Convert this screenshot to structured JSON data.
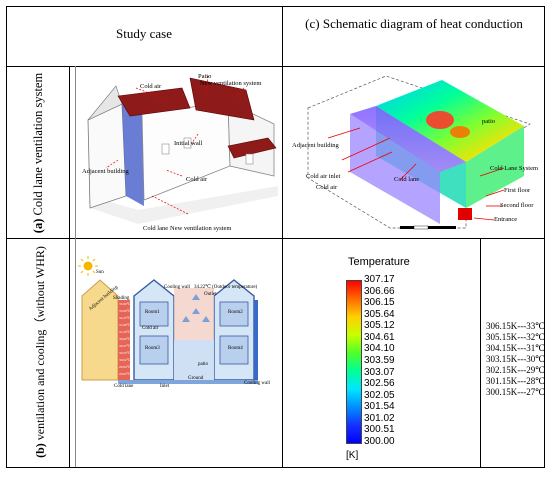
{
  "headers": {
    "study_case": "Study case",
    "schematic_title": "(c) Schematic diagram of heat conduction"
  },
  "rows": {
    "a": {
      "letter": "(a)",
      "label": "Cold lane ventilation system"
    },
    "b": {
      "letter": "(b)",
      "label": "ventilation and cooling（without WHR)"
    }
  },
  "house_annotations": {
    "cold_air_top": "Cold air",
    "patio": "Patio",
    "new_ventilation_system": "New ventilation system",
    "initial_wall": "Initial wall",
    "adjacent_building": "Adjacent building",
    "cold_air_mid": "Cold air",
    "cold_lane": "Cold lane",
    "new_ventilation_system_bottom": "New ventilation system"
  },
  "cfd_annotations": {
    "patio": "patio",
    "adjacent_building": "Adjacent building",
    "cold_air_inlet": "Cold air inlet",
    "cold_air": "Cold air",
    "cold_lane": "Cold lane",
    "cold_lane_system": "Cold Lane System",
    "first_floor": "First floor",
    "second_floor": "Second floor",
    "entrance": "Entrance"
  },
  "section_annotations": {
    "sun": "Sun",
    "cooling_wall_top": "Cooling wall",
    "outdoor_temp": "34.22℃ (Outdoor temperature)",
    "outlet": "Outlet",
    "adjacent_building": "Adjacent building",
    "shading": "Shading",
    "room1": "Room1",
    "room2": "Room2",
    "room3": "Room3",
    "room4": "Room4",
    "cold_air": "Cold air",
    "patio": "patio",
    "ground": "Ground",
    "cold_lane": "Cold lane",
    "inlet": "Inlet",
    "cooling_wall_bottom": "Cooling wall",
    "lane_temps": [
      "33.60℃",
      "33.00℃",
      "32.25℃",
      "31.80℃",
      "31.20℃",
      "30.64℃",
      "30.27℃",
      "30.25℃",
      "30.02℃",
      "29.84℃",
      "29.65℃"
    ]
  },
  "colorbar": {
    "title": "Temperature",
    "unit": "[K]",
    "ticks": [
      "307.17",
      "306.66",
      "306.15",
      "305.64",
      "305.12",
      "304.61",
      "304.10",
      "303.59",
      "303.07",
      "302.56",
      "302.05",
      "301.54",
      "301.02",
      "300.51",
      "300.00"
    ],
    "colors": [
      "#ff0000",
      "#ff6a00",
      "#ffd000",
      "#c8ff00",
      "#50ff28",
      "#00ff96",
      "#00e6ff",
      "#0090ff",
      "#1432ff",
      "#0000ff"
    ]
  },
  "conversions": [
    "306.15K---33℃",
    "305.15K---32℃",
    "304.15K---31℃",
    "303.15K---30℃",
    "302.15K---29℃",
    "301.15K---28℃",
    "300.15K---27℃"
  ]
}
